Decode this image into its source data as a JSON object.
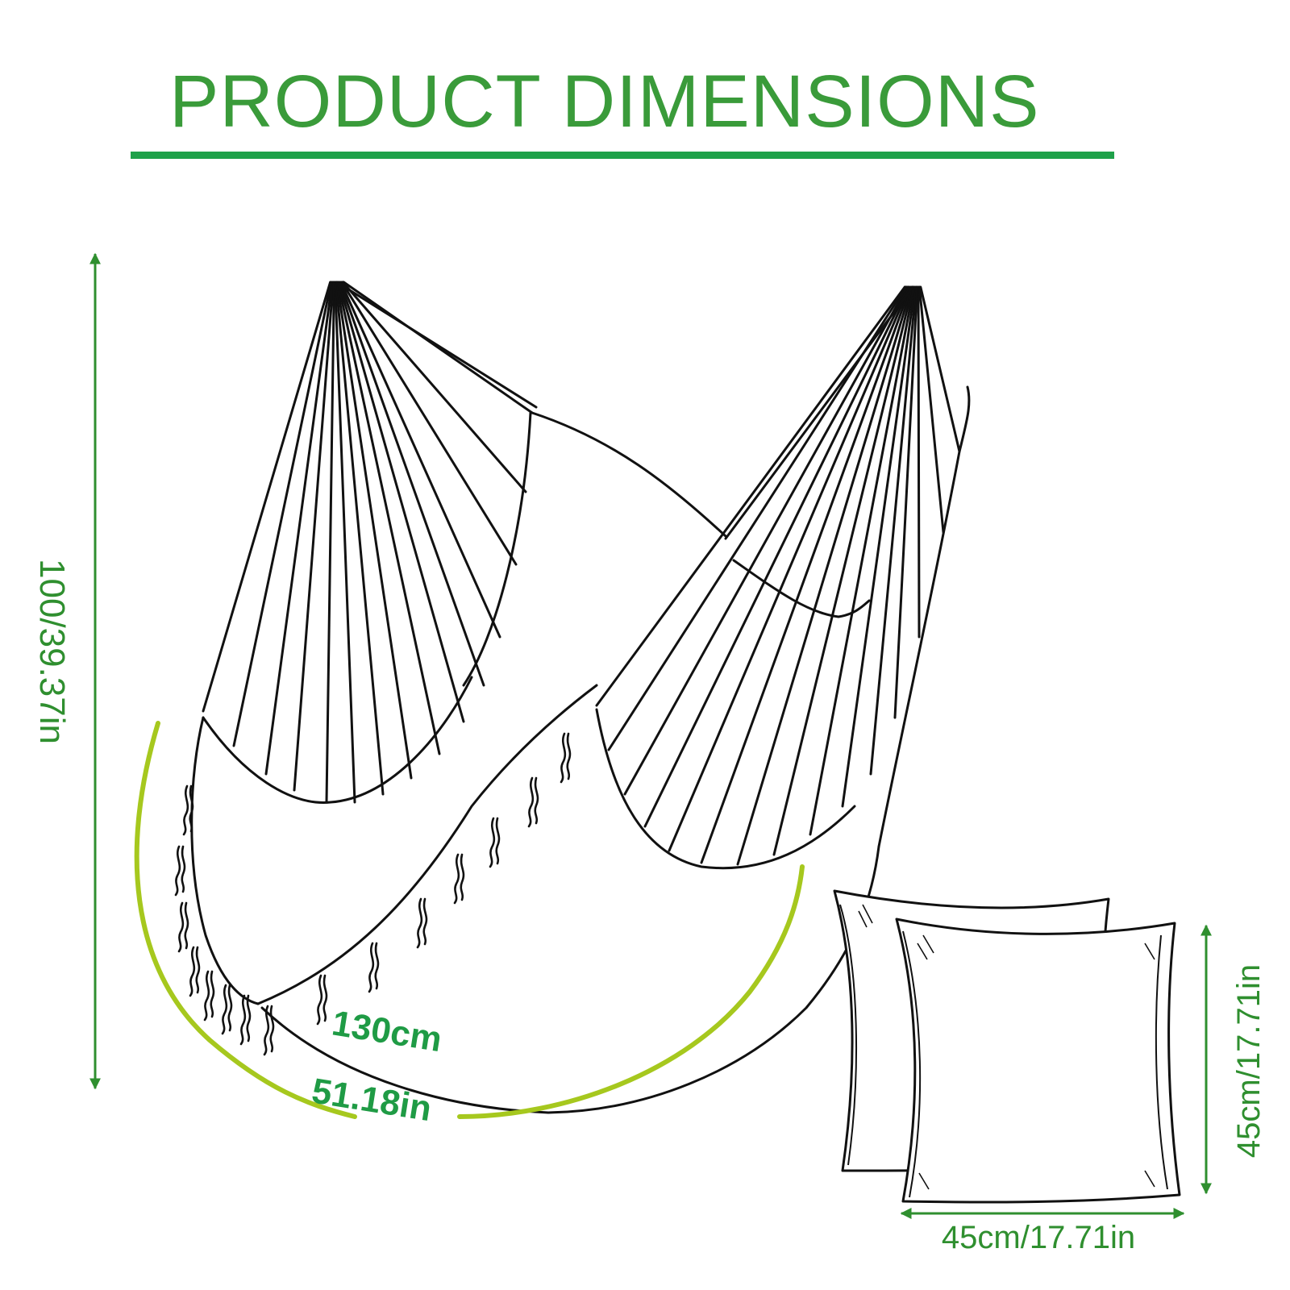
{
  "header": {
    "title": "PRODUCT DIMENSIONS"
  },
  "dimensions": {
    "height": "100/39.37in",
    "arc_cm": "130cm",
    "arc_in": "51.18in",
    "pillow_height": "45cm/17.71in",
    "pillow_width": "45cm/17.71in"
  },
  "colors": {
    "title_green": "#3a9b3a",
    "rule_green": "#1fa14a",
    "arc_yellow_green": "#a6c81e",
    "label_green": "#1f9b45",
    "line_black": "#111111"
  }
}
